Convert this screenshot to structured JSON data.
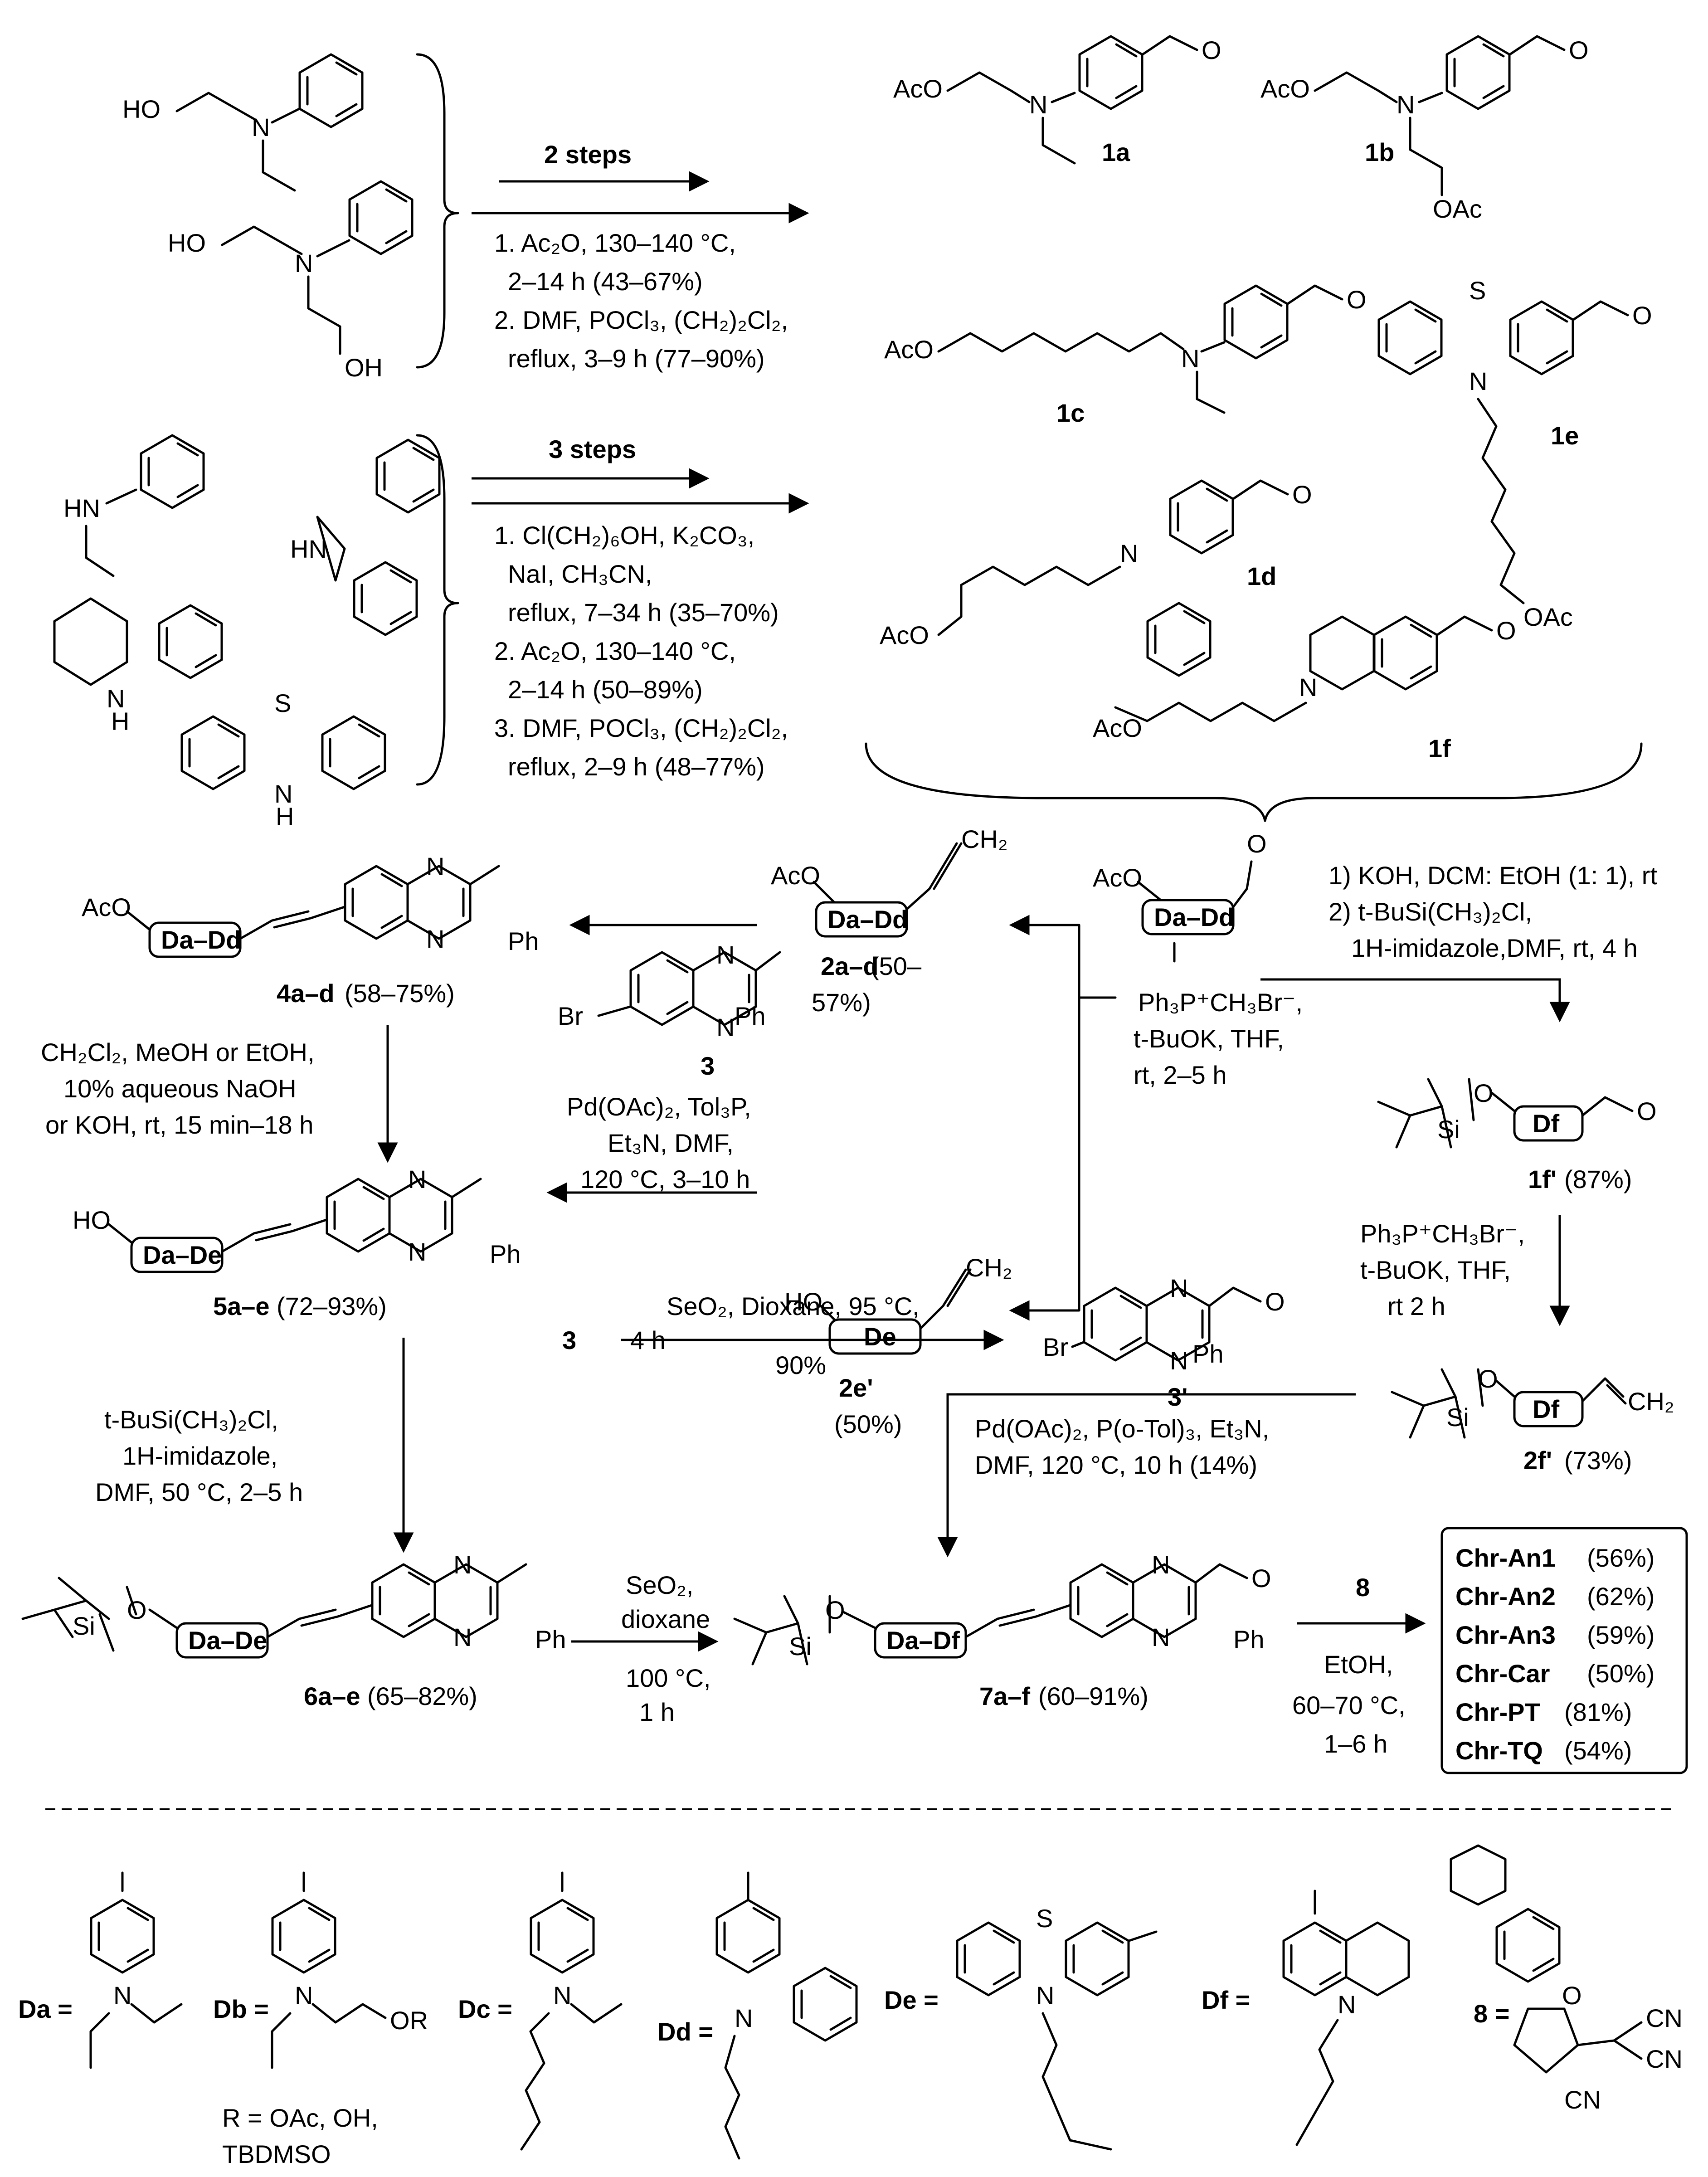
{
  "start_materials": {
    "top_left": [
      "HO",
      "N",
      "HO",
      "N",
      "OH"
    ],
    "bottom_left": [
      "HN",
      "HN",
      "N",
      "H",
      "S",
      "N",
      "H"
    ]
  },
  "step_a": {
    "arrow_label": "2 steps",
    "conditions": [
      "1. Ac₂O, 130–140 °C,",
      "2–14 h (43–67%)",
      "2. DMF, POCl₃, (CH₂)₂Cl₂,",
      "reflux, 3–9 h  (77–90%)"
    ]
  },
  "step_b": {
    "arrow_label": "3 steps",
    "conditions": [
      "1. Cl(CH₂)₆OH, K₂CO₃,",
      "NaI, CH₃CN,",
      "reflux, 7–34 h (35–70%)",
      "2. Ac₂O, 130–140 °C,",
      "2–14 h (50–89%)",
      "3. DMF, POCl₃, (CH₂)₂Cl₂,",
      "reflux, 2–9 h  (48–77%)"
    ]
  },
  "aldehydes": {
    "1a": "1a",
    "1b": "1b",
    "1c": "1c",
    "1d": "1d",
    "1e": "1e",
    "1f": "1f",
    "aco": "AcO",
    "oac": "OAc",
    "o": "O",
    "n": "N",
    "s": "S"
  },
  "middle": {
    "general_aldehyde": {
      "group": "AcO",
      "donor": "Da–Dd",
      "o": "O"
    },
    "wittig": [
      "Ph₃P⁺CH₃Br⁻,",
      "t-BuOK, THF,",
      "rt, 2–5 h"
    ],
    "right_steps": [
      "1) KOH, DCM: EtOH (1: 1), rt",
      "2) t-BuSi(CH₃)₂Cl,",
      "1H-imidazole,DMF, rt, 4 h"
    ],
    "alkene_2ad": {
      "group": "AcO",
      "donor": "Da–Dd",
      "ch2": "CH₂",
      "label": "2a–d",
      "yield1": "(50–",
      "yield2": "57%)"
    },
    "alkene_2e": {
      "group": "HO",
      "donor": "De",
      "ch2": "CH₂",
      "label": "2e'",
      "yield": "(50%)"
    },
    "heck": [
      "Pd(OAc)₂, Tol₃P,",
      "Et₃N, DMF,",
      "120 °C, 3–10 h"
    ],
    "bromide_3": {
      "br": "Br",
      "ph": "Ph",
      "n": "N",
      "label": "3"
    }
  },
  "left_column": {
    "c4": {
      "group": "AcO",
      "donor": "Da–Dd",
      "label": "4a–d",
      "yield": "(58–75%)"
    },
    "hydrolysis": [
      "CH₂Cl₂, MeOH or EtOH,",
      "10% aqueous NaOH",
      "or KOH, rt, 15 min–18 h"
    ],
    "c5": {
      "group": "HO",
      "donor": "Da–De",
      "label": "5a–e",
      "yield": "(72–93%)"
    },
    "silylation": [
      "t-BuSi(CH₃)₂Cl,",
      "1H-imidazole,",
      "DMF, 50 °C, 2–5 h"
    ],
    "c6": {
      "donor": "Da–De",
      "label": "6a–e",
      "yield": "(65–82%)"
    },
    "ph": "Ph",
    "n": "N",
    "si": "Si",
    "o": "O"
  },
  "right_column": {
    "c1fp": {
      "donor": "Df",
      "label": "1f'",
      "yield": "(87%)"
    },
    "wittig2": [
      "Ph₃P⁺CH₃Br⁻,",
      "t-BuOK, THF,",
      "rt 2 h"
    ],
    "c2fp": {
      "donor": "Df",
      "ch2": "CH₂",
      "label": "2f'",
      "yield": "(73%)"
    },
    "heck2": [
      "Pd(OAc)₂, P(o-Tol)₃, Et₃N,",
      "DMF, 120 °C, 10 h (14%)"
    ]
  },
  "oxidation_3": {
    "reactant": "3",
    "conditions": "SeO₂, Dioxane, 95 °C,",
    "time": "4 h",
    "yield": "90%",
    "product": "3'",
    "br": "Br",
    "ph": "Ph"
  },
  "bottom_row": {
    "seo2": [
      "SeO₂,",
      "dioxane",
      "100 °C,",
      "1 h"
    ],
    "c7": {
      "donor": "Da–Df",
      "label": "7a–f",
      "yield": "(60–91%)"
    },
    "final_reagent": "8",
    "final_conditions": [
      "EtOH,",
      "60–70 °C,",
      "1–6 h"
    ],
    "products": [
      {
        "name": "Chr-An1",
        "yield": "(56%)"
      },
      {
        "name": "Chr-An2",
        "yield": "(62%)"
      },
      {
        "name": "Chr-An3",
        "yield": "(59%)"
      },
      {
        "name": "Chr-Car",
        "yield": "(50%)"
      },
      {
        "name": "Chr-PT",
        "yield": "(81%)"
      },
      {
        "name": "Chr-TQ",
        "yield": "(54%)"
      }
    ]
  },
  "legend": {
    "da": "Da =",
    "db": "Db =",
    "dc": "Dc =",
    "dd": "Dd =",
    "de": "De =",
    "df": "Df =",
    "eight": "8 =",
    "r_def1": "R = OAc, OH,",
    "r_def2": "TBDMSO",
    "or": "OR",
    "n": "N",
    "s": "S",
    "o": "O",
    "cn": "CN"
  }
}
